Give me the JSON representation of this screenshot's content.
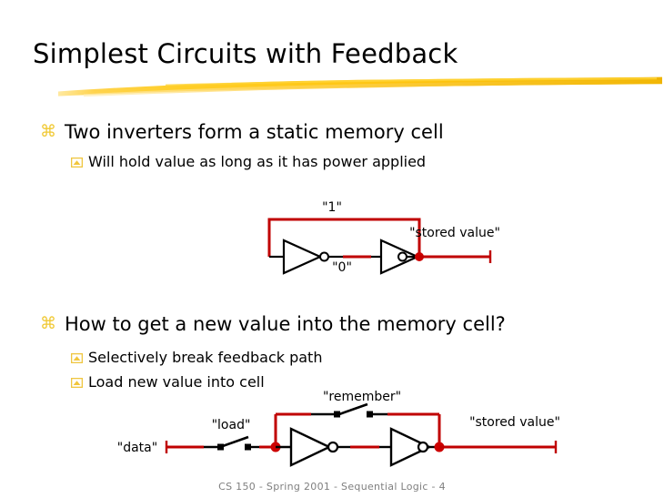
{
  "slide": {
    "title": "Simplest Circuits with Feedback",
    "footer": "CS 150 - Spring  2001 - Sequential Logic - 4",
    "accent_color": "#FFC715",
    "bullet_color": "#F0C832",
    "wire_red": "#C00000",
    "wire_black": "#000000",
    "footer_color": "#7F7F7F"
  },
  "bullets": [
    {
      "level": 1,
      "glyph": "command-bullet-icon",
      "text": "Two inverters form a static memory cell"
    },
    {
      "level": 2,
      "glyph": "caret-box-bullet-icon",
      "text": "Will hold value as long as it has power applied"
    },
    {
      "level": 1,
      "glyph": "command-bullet-icon",
      "text": "How to get a new value into the memory cell?"
    },
    {
      "level": 2,
      "glyph": "caret-box-bullet-icon",
      "text": "Selectively break feedback path"
    },
    {
      "level": 2,
      "glyph": "caret-box-bullet-icon",
      "text": "Load new value into cell"
    }
  ],
  "figure_one": {
    "name": "static-memory-cell-diagram",
    "labels": {
      "feedback_value": "\"1\"",
      "mid_value": "\"0\"",
      "output": "\"stored value\""
    },
    "components": [
      "inverter-1",
      "inverter-2",
      "feedback-wire",
      "output-junction"
    ]
  },
  "figure_two": {
    "name": "loadable-memory-cell-diagram",
    "labels": {
      "input": "\"data\"",
      "load_switch": "\"load\"",
      "remember_switch": "\"remember\"",
      "output": "\"stored value\""
    },
    "components": [
      "load-switch",
      "remember-switch",
      "inverter-1",
      "inverter-2",
      "input-junction",
      "output-junction"
    ]
  }
}
